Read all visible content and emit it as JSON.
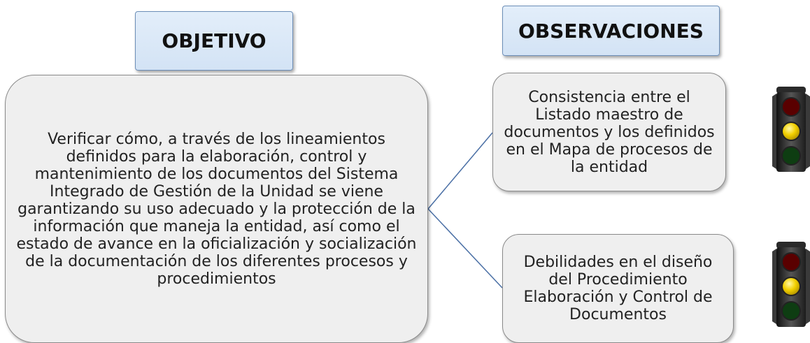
{
  "headers": {
    "objective": "OBJETIVO",
    "observations": "OBSERVACIONES"
  },
  "objective_text": "Verificar cómo, a través de los lineamientos definidos para la elaboración, control y mantenimiento de los documentos del Sistema Integrado de Gestión de la Unidad se viene garantizando su uso adecuado y la protección de la información que maneja la entidad, así como el estado de avance en la oficialización y socialización de la documentación de los diferentes procesos y procedimientos",
  "observations": [
    {
      "text": "Consistencia entre el Listado maestro de documentos y los definidos en el Mapa de procesos de la entidad",
      "status_icon": "traffic-light-icon",
      "active_light": "yellow"
    },
    {
      "text": "Debilidades en el diseño del Procedimiento Elaboración y Control de Documentos",
      "status_icon": "traffic-light-icon",
      "active_light": "yellow"
    }
  ],
  "colors": {
    "header_fill": "#d9e6f6",
    "box_fill": "#efefef",
    "connector": "#4a6fa5",
    "light_red": "#5a0000",
    "light_yellow": "#f2d000",
    "light_green": "#0e3d12"
  }
}
